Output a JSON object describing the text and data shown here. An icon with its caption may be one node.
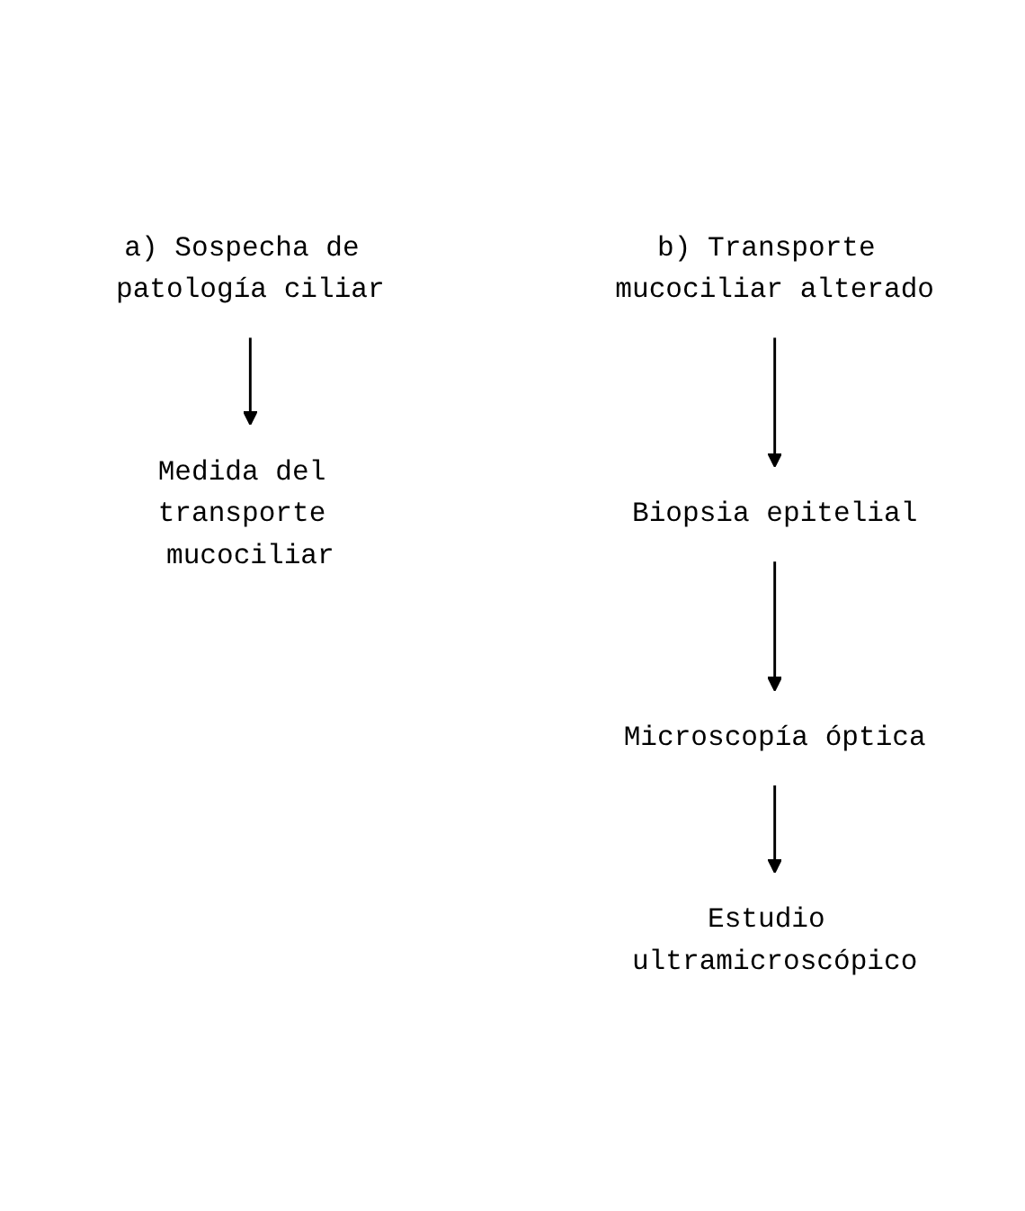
{
  "diagram": {
    "nodes": [
      {
        "text": [
          "a) Sospecha de patología ciliar"
        ]
      },
      {
        "text": [
          "Medida del transporte mucociliar"
        ]
      },
      {
        "text": [
          "b) Transporte mucociliar alterado"
        ]
      },
      {
        "text": [
          "Biopsia epitelial"
        ]
      },
      {
        "text": [
          "Microscopía óptica"
        ]
      },
      {
        "text": [
          "Estudio ultramicroscópico"
        ]
      }
    ],
    "edges": [
      {
        "from": 0,
        "to": 1,
        "arrow": "to"
      },
      {
        "from": 2,
        "to": 3,
        "arrow": "to"
      },
      {
        "from": 3,
        "to": 4,
        "arrow": "to"
      },
      {
        "from": 4,
        "to": 5,
        "arrow": "to"
      }
    ]
  }
}
